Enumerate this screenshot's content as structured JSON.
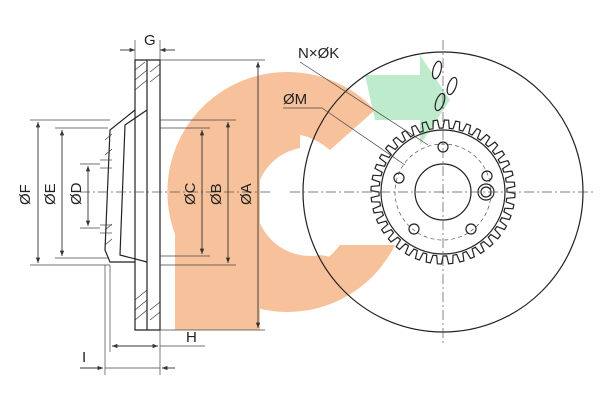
{
  "colors": {
    "logo_orange": "#f6b88a",
    "logo_green": "#b5e8c5",
    "line": "#222222"
  },
  "labels": {
    "G": "G",
    "NK": "N×ØK",
    "M": "ØM",
    "F": "ØF",
    "E": "ØE",
    "D": "ØD",
    "C": "ØC",
    "B": "ØB",
    "A": "ØA",
    "H": "H",
    "I": "I"
  },
  "logo": {
    "icon": "gd-watermark-logo"
  }
}
